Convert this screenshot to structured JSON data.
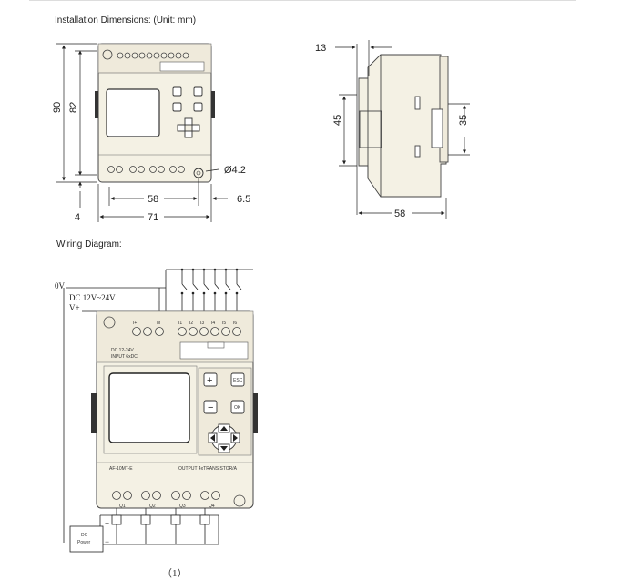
{
  "headings": {
    "install": "Installation Dimensions: (Unit: mm)",
    "wiring": "Wiring Diagram:"
  },
  "front_dims": {
    "height_total": "90",
    "height_body": "82",
    "bottom": "4",
    "hole_spacing": "58",
    "hole_offset": "6.5",
    "width": "71",
    "hole_dia": "Ø4.2"
  },
  "side_dims": {
    "top_offset": "13",
    "height_45": "45",
    "rail_35": "35",
    "depth": "58"
  },
  "wiring": {
    "supply_0v": "0V",
    "supply_label": "DC 12V~24V",
    "supply_vplus": "V+",
    "input_terminals": [
      "I+",
      "M",
      "I1",
      "I2",
      "I3",
      "I4",
      "I5",
      "I6"
    ],
    "input_spec_line1": "DC    12-24V",
    "input_spec_line2": "INPUT 6xDC",
    "key_esc": "ESC",
    "key_ok": "OK",
    "key_plus": "+",
    "key_minus": "−",
    "model": "AF-10MT-E",
    "output_spec": "OUTPUT 4xTRANSISTOR/A",
    "output_terminals": [
      "Q1",
      "Q2",
      "Q3",
      "Q4"
    ],
    "power_line1": "DC",
    "power_line2": "Power",
    "plus": "+",
    "minus": "−"
  },
  "caption": "（1）",
  "colors": {
    "device_fill": "#f4f1e4",
    "line": "#222222"
  }
}
